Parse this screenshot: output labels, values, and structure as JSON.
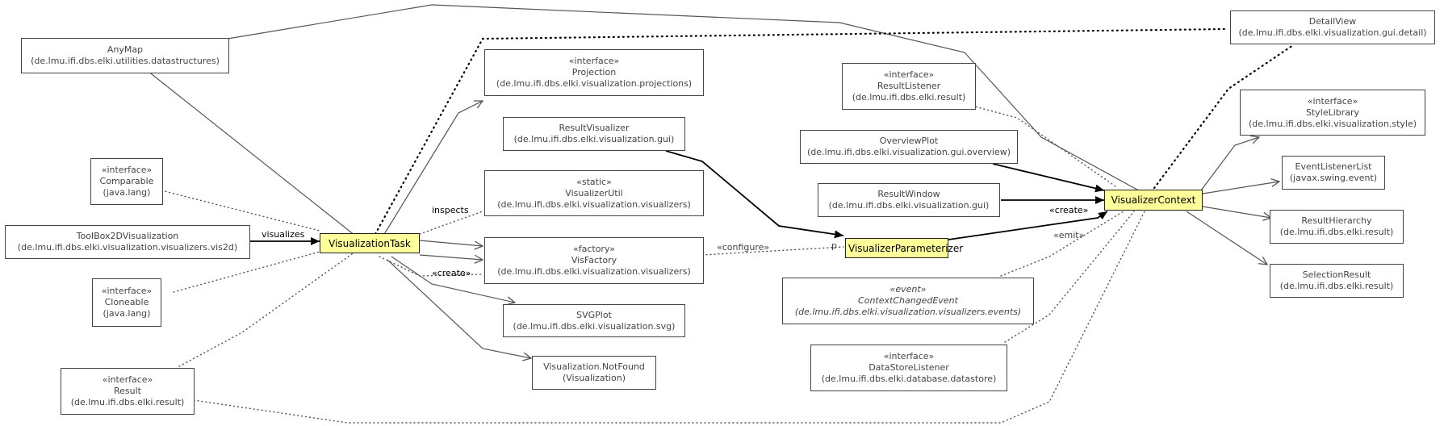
{
  "nodes": {
    "anymap": {
      "name": "AnyMap",
      "pkg": "(de.lmu.ifi.dbs.elki.utilities.datastructures)"
    },
    "comparable": {
      "stereotype": "«interface»",
      "name": "Comparable",
      "pkg": "(java.lang)"
    },
    "toolbox": {
      "name": "ToolBox2DVisualization",
      "pkg": "(de.lmu.ifi.dbs.elki.visualization.visualizers.vis2d)"
    },
    "cloneable": {
      "stereotype": "«interface»",
      "name": "Cloneable",
      "pkg": "(java.lang)"
    },
    "result": {
      "stereotype": "«interface»",
      "name": "Result",
      "pkg": "(de.lmu.ifi.dbs.elki.result)"
    },
    "vistask": {
      "name": "VisualizationTask"
    },
    "projection": {
      "stereotype": "«interface»",
      "name": "Projection",
      "pkg": "(de.lmu.ifi.dbs.elki.visualization.projections)"
    },
    "resultvis": {
      "name": "ResultVisualizer",
      "pkg": "(de.lmu.ifi.dbs.elki.visualization.gui)"
    },
    "visutil": {
      "stereotype": "«static»",
      "name": "VisualizerUtil",
      "pkg": "(de.lmu.ifi.dbs.elki.visualization.visualizers)"
    },
    "visfactory": {
      "stereotype": "«factory»",
      "name": "VisFactory",
      "pkg": "(de.lmu.ifi.dbs.elki.visualization.visualizers)"
    },
    "svgplot": {
      "name": "SVGPlot",
      "pkg": "(de.lmu.ifi.dbs.elki.visualization.svg)"
    },
    "notfound": {
      "name": "Visualization.NotFound",
      "pkg": "(Visualization)"
    },
    "resultlistener": {
      "stereotype": "«interface»",
      "name": "ResultListener",
      "pkg": "(de.lmu.ifi.dbs.elki.result)"
    },
    "overviewplot": {
      "name": "OverviewPlot",
      "pkg": "(de.lmu.ifi.dbs.elki.visualization.gui.overview)"
    },
    "resultwindow": {
      "name": "ResultWindow",
      "pkg": "(de.lmu.ifi.dbs.elki.visualization.gui)"
    },
    "visparam": {
      "name": "VisualizerParameterizer"
    },
    "ctxchanged": {
      "stereotype": "«event»",
      "name": "ContextChangedEvent",
      "pkg": "(de.lmu.ifi.dbs.elki.visualization.visualizers.events)"
    },
    "dslistener": {
      "stereotype": "«interface»",
      "name": "DataStoreListener",
      "pkg": "(de.lmu.ifi.dbs.elki.database.datastore)"
    },
    "visctx": {
      "name": "VisualizerContext"
    },
    "detailview": {
      "name": "DetailView",
      "pkg": "(de.lmu.ifi.dbs.elki.visualization.gui.detail)"
    },
    "stylelib": {
      "stereotype": "«interface»",
      "name": "StyleLibrary",
      "pkg": "(de.lmu.ifi.dbs.elki.visualization.style)"
    },
    "eventlistenerlist": {
      "name": "EventListenerList",
      "pkg": "(javax.swing.event)"
    },
    "resulthierarchy": {
      "name": "ResultHierarchy",
      "pkg": "(de.lmu.ifi.dbs.elki.result)"
    },
    "selectionresult": {
      "name": "SelectionResult",
      "pkg": "(de.lmu.ifi.dbs.elki.result)"
    }
  },
  "edge_labels": {
    "visualizes": "visualizes",
    "inspects": "inspects",
    "create1": "«create»",
    "configure": "«configure»",
    "p": "p",
    "create2": "«create»",
    "emit": "«emit»"
  }
}
